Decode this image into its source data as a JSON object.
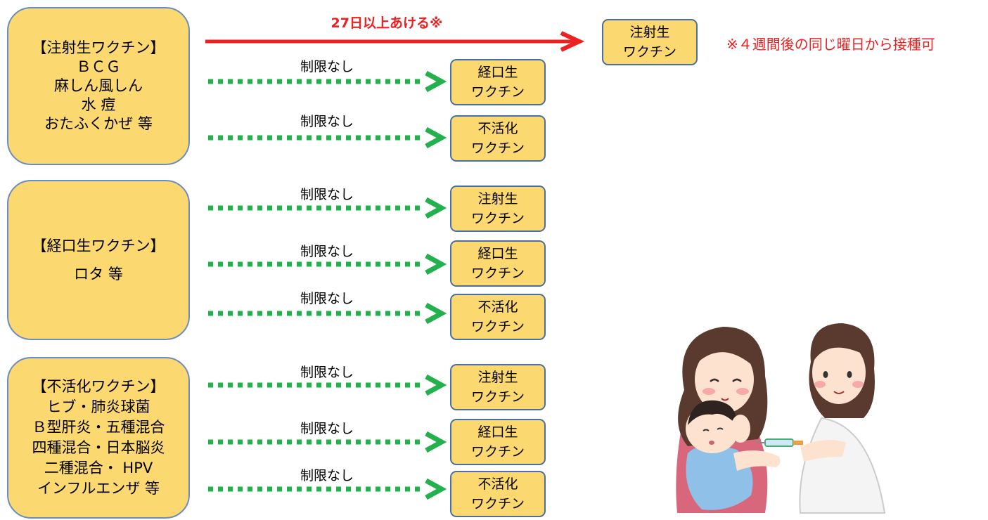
{
  "sources": [
    {
      "title": "【注射生ワクチン】",
      "lines": [
        "ＢＣＧ",
        "麻しん風しん",
        "水  痘",
        "おたふくかぜ  等"
      ]
    },
    {
      "title": "【経口生ワクチン】",
      "lines": [
        "",
        "ロタ  等"
      ]
    },
    {
      "title": "【不活化ワクチン】",
      "lines": [
        "ヒブ・肺炎球菌",
        "Ｂ型肝炎・五種混合",
        "四種混合・日本脳炎",
        "二種混合・ HPV",
        "インフルエンザ  等"
      ]
    }
  ],
  "red_arrow": {
    "label": "27日以上あける※",
    "target_line1": "注射生",
    "target_line2": "ワクチン"
  },
  "note": "※４週間後の同じ曜日から接種可",
  "groups": [
    {
      "rows": [
        {
          "label": "制限なし",
          "line1": "経口生",
          "line2": "ワクチン"
        },
        {
          "label": "制限なし",
          "line1": "不活化",
          "line2": "ワクチン"
        }
      ]
    },
    {
      "rows": [
        {
          "label": "制限なし",
          "line1": "注射生",
          "line2": "ワクチン"
        },
        {
          "label": "制限なし",
          "line1": "経口生",
          "line2": "ワクチン"
        },
        {
          "label": "制限なし",
          "line1": "不活化",
          "line2": "ワクチン"
        }
      ]
    },
    {
      "rows": [
        {
          "label": "制限なし",
          "line1": "注射生",
          "line2": "ワクチン"
        },
        {
          "label": "制限なし",
          "line1": "経口生",
          "line2": "ワクチン"
        },
        {
          "label": "制限なし",
          "line1": "不活化",
          "line2": "ワクチン"
        }
      ]
    }
  ],
  "colors": {
    "box_fill": "#fbd970",
    "box_border": "#4a6fa5",
    "red": "#ee2020",
    "green": "#22b14c"
  }
}
